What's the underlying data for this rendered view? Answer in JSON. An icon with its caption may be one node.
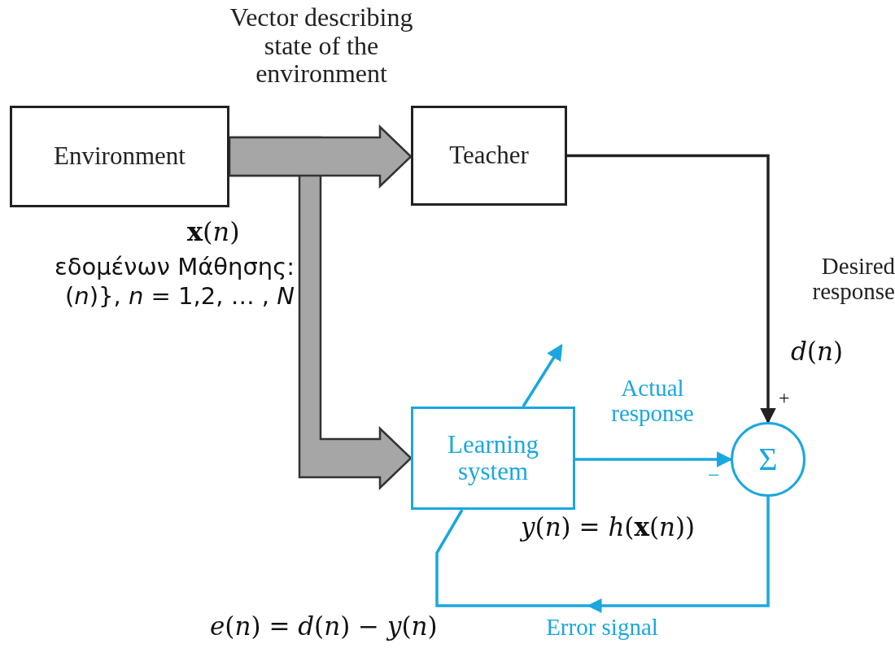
{
  "diagram": {
    "nodes": [
      {
        "text": [
          "Environment"
        ]
      },
      {
        "text": [
          "Teacher"
        ]
      },
      {
        "text": [
          "Learning system"
        ]
      },
      {
        "text": [
          "Σ"
        ]
      }
    ],
    "edges": [
      {
        "from": 0,
        "to": 1,
        "arrow": "to",
        "style": "thick",
        "color": "#a6a6a6",
        "label": "Vector describing state of the environment"
      },
      {
        "from": 0,
        "to": 2,
        "arrow": "to",
        "style": "thick",
        "color": "#a6a6a6"
      },
      {
        "from": 1,
        "to": 3,
        "arrow": "to",
        "color": "#222222",
        "label": "Desired response"
      },
      {
        "from": 2,
        "to": 3,
        "arrow": "to",
        "color": "#1aa7e0",
        "label": "Actual response"
      },
      {
        "from": 3,
        "to": 2,
        "arrow": "to",
        "color": "#1aa7e0",
        "label": "Error signal"
      },
      {
        "from": 2,
        "to": null,
        "arrow": "to",
        "color": "#1aa7e0"
      }
    ],
    "labels": [
      "**x**(*n*)",
      "εδομένων Μάθησης: (*n*)}, *n* = 1,2, … , *N*",
      "*d*(*n*)",
      "+",
      "−",
      "*y*(*n*) = *h*(**x**(*n*))",
      "*e*(*n*) = *d*(*n*) − *y*(*n*)"
    ]
  }
}
